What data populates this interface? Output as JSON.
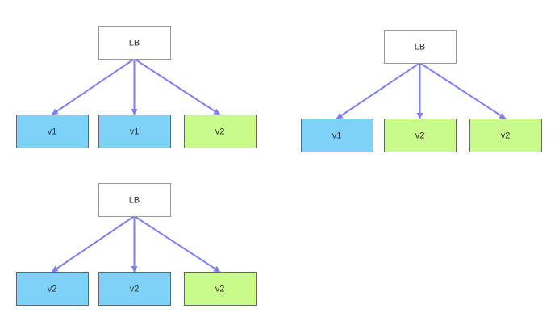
{
  "colors": {
    "background": "#ffffff",
    "lb_fill": "#ffffff",
    "lb_stroke": "#999999",
    "node_stroke": "#666666",
    "blue_fill": "#7fd2f7",
    "green_fill": "#c8fb8b",
    "arrow": "#7f7ff0",
    "text": "#333333"
  },
  "diagrams": [
    {
      "id": "top-left",
      "lb_label": "LB",
      "nodes": [
        {
          "label": "v1",
          "color": "blue"
        },
        {
          "label": "v1",
          "color": "blue"
        },
        {
          "label": "v2",
          "color": "green"
        }
      ]
    },
    {
      "id": "top-right",
      "lb_label": "LB",
      "nodes": [
        {
          "label": "v1",
          "color": "blue"
        },
        {
          "label": "v2",
          "color": "green"
        },
        {
          "label": "v2",
          "color": "green"
        }
      ]
    },
    {
      "id": "bottom-left",
      "lb_label": "LB",
      "nodes": [
        {
          "label": "v2",
          "color": "blue"
        },
        {
          "label": "v2",
          "color": "blue"
        },
        {
          "label": "v2",
          "color": "green"
        }
      ]
    }
  ]
}
